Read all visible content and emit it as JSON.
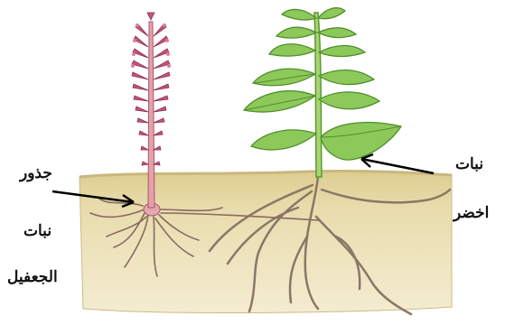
{
  "labels": {
    "green_plant_line1": "نبات",
    "green_plant_line2": "اخضر",
    "parasite_line1": "جذور",
    "parasite_line2": "نبات",
    "parasite_line3": "الجعفيل"
  },
  "colors": {
    "soil": "#e6d9a4",
    "soil_dark": "#d6c58a",
    "leaf": "#8cc95a",
    "leaf_dark": "#5a9a34",
    "stem": "#a9d46f",
    "root": "#8a7766",
    "parasite_stem": "#e7a0a8",
    "parasite_flower": "#c4547a"
  },
  "icons": [
    "arrow-icon"
  ]
}
